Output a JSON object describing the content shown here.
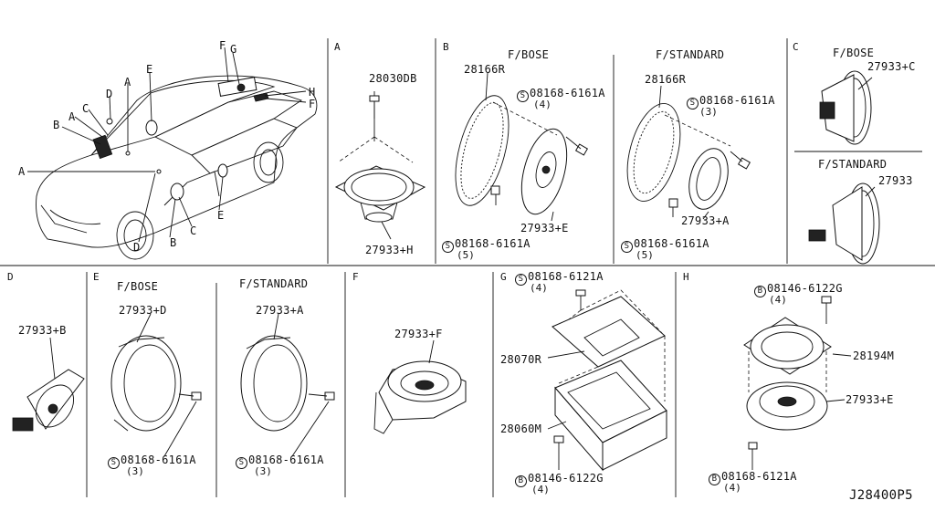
{
  "diagram_code": "J28400P5",
  "overview": {
    "callouts": [
      "A",
      "B",
      "C",
      "D",
      "E",
      "F",
      "G",
      "H"
    ],
    "car_letters": {
      "F_top": "F",
      "G_top": "G",
      "H_right": "H",
      "F_right": "F",
      "E_top": "E",
      "A_top": "A",
      "D_left": "D",
      "C_left": "C",
      "B_left": "B",
      "A_left2": "A",
      "A_front": "A",
      "D_bottom": "D",
      "B_bottom": "B",
      "C_bottom": "C",
      "E_right": "E"
    }
  },
  "sections": {
    "A": {
      "label": "A",
      "parts": {
        "screw": "28030DB",
        "speaker": "27933+H"
      }
    },
    "B": {
      "label": "B",
      "bose": {
        "title": "F/BOSE",
        "bracket": "28166R",
        "screw_top": "08168-6161A",
        "screw_top_qty": "(4)",
        "speaker": "27933+E",
        "screw_bottom": "08168-6161A",
        "screw_bottom_qty": "(5)"
      },
      "standard": {
        "title": "F/STANDARD",
        "bracket": "28166R",
        "screw_top": "08168-6161A",
        "screw_top_qty": "(3)",
        "speaker": "27933+A",
        "screw_bottom": "08168-6161A",
        "screw_bottom_qty": "(5)"
      }
    },
    "C": {
      "label": "C",
      "bose": {
        "title": "F/BOSE",
        "speaker": "27933+C"
      },
      "standard": {
        "title": "F/STANDARD",
        "speaker": "27933"
      }
    },
    "D": {
      "label": "D",
      "speaker": "27933+B"
    },
    "E": {
      "label": "E",
      "bose": {
        "title": "F/BOSE",
        "speaker": "27933+D",
        "screw": "08168-6161A",
        "screw_qty": "(3)"
      },
      "standard": {
        "title": "F/STANDARD",
        "speaker": "27933+A",
        "screw": "08168-6161A",
        "screw_qty": "(3)"
      }
    },
    "F": {
      "label": "F",
      "speaker": "27933+F"
    },
    "G": {
      "label": "G",
      "screw_top": "08168-6121A",
      "screw_top_qty": "(4)",
      "bracket": "28070R",
      "amp": "28060M",
      "screw_bottom": "08146-6122G",
      "screw_bottom_qty": "(4)"
    },
    "H": {
      "label": "H",
      "screw_top": "08146-6122G",
      "screw_top_qty": "(4)",
      "bracket": "28194M",
      "speaker": "27933+E",
      "screw_bottom": "08168-6121A",
      "screw_bottom_qty": "(4)"
    }
  },
  "symbols": {
    "s_mark": "S",
    "b_mark": "B"
  }
}
